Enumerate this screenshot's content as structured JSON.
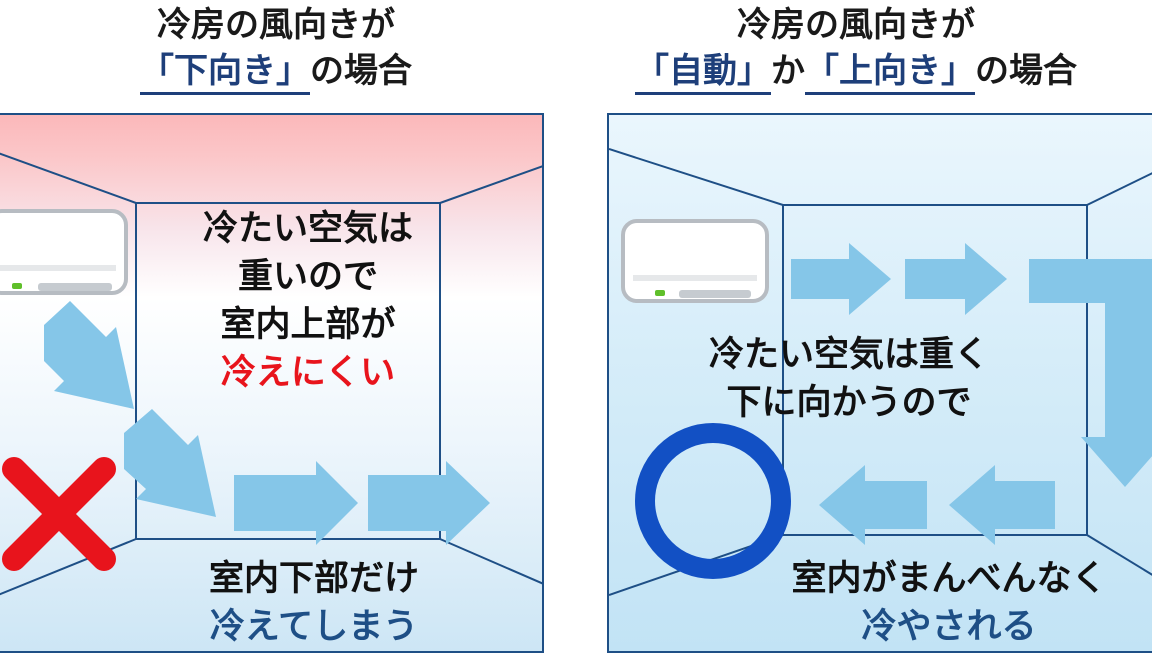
{
  "left": {
    "heading_line1": "冷房の風向きが",
    "heading_open": "「",
    "heading_underlined": "下向き",
    "heading_close": "」",
    "heading_tail": "の場合",
    "text_top": [
      "冷たい空気は",
      "重いので",
      "室内上部が"
    ],
    "text_top_red": "冷えにくい",
    "text_bottom": "室内下部だけ",
    "text_bottom_blue": "冷えてしまう",
    "mark": "cross",
    "mark_color": "#e8141c"
  },
  "right": {
    "heading_line1": "冷房の風向きが",
    "heading_open1": "「",
    "heading_underlined1": "自動",
    "heading_close1": "」",
    "heading_mid": "か",
    "heading_open2": "「",
    "heading_underlined2": "上向き",
    "heading_close2": "」",
    "heading_tail": "の場合",
    "text_middle": [
      "冷たい空気は重く",
      "下に向かうので"
    ],
    "text_bottom": "室内がまんべんなく",
    "text_bottom_blue": "冷やされる",
    "mark": "circle",
    "mark_color": "#1250c4"
  },
  "colors": {
    "arrow": "#85c6e8",
    "room_line": "#1e4f86",
    "warm_top": "#fbb8ba"
  }
}
